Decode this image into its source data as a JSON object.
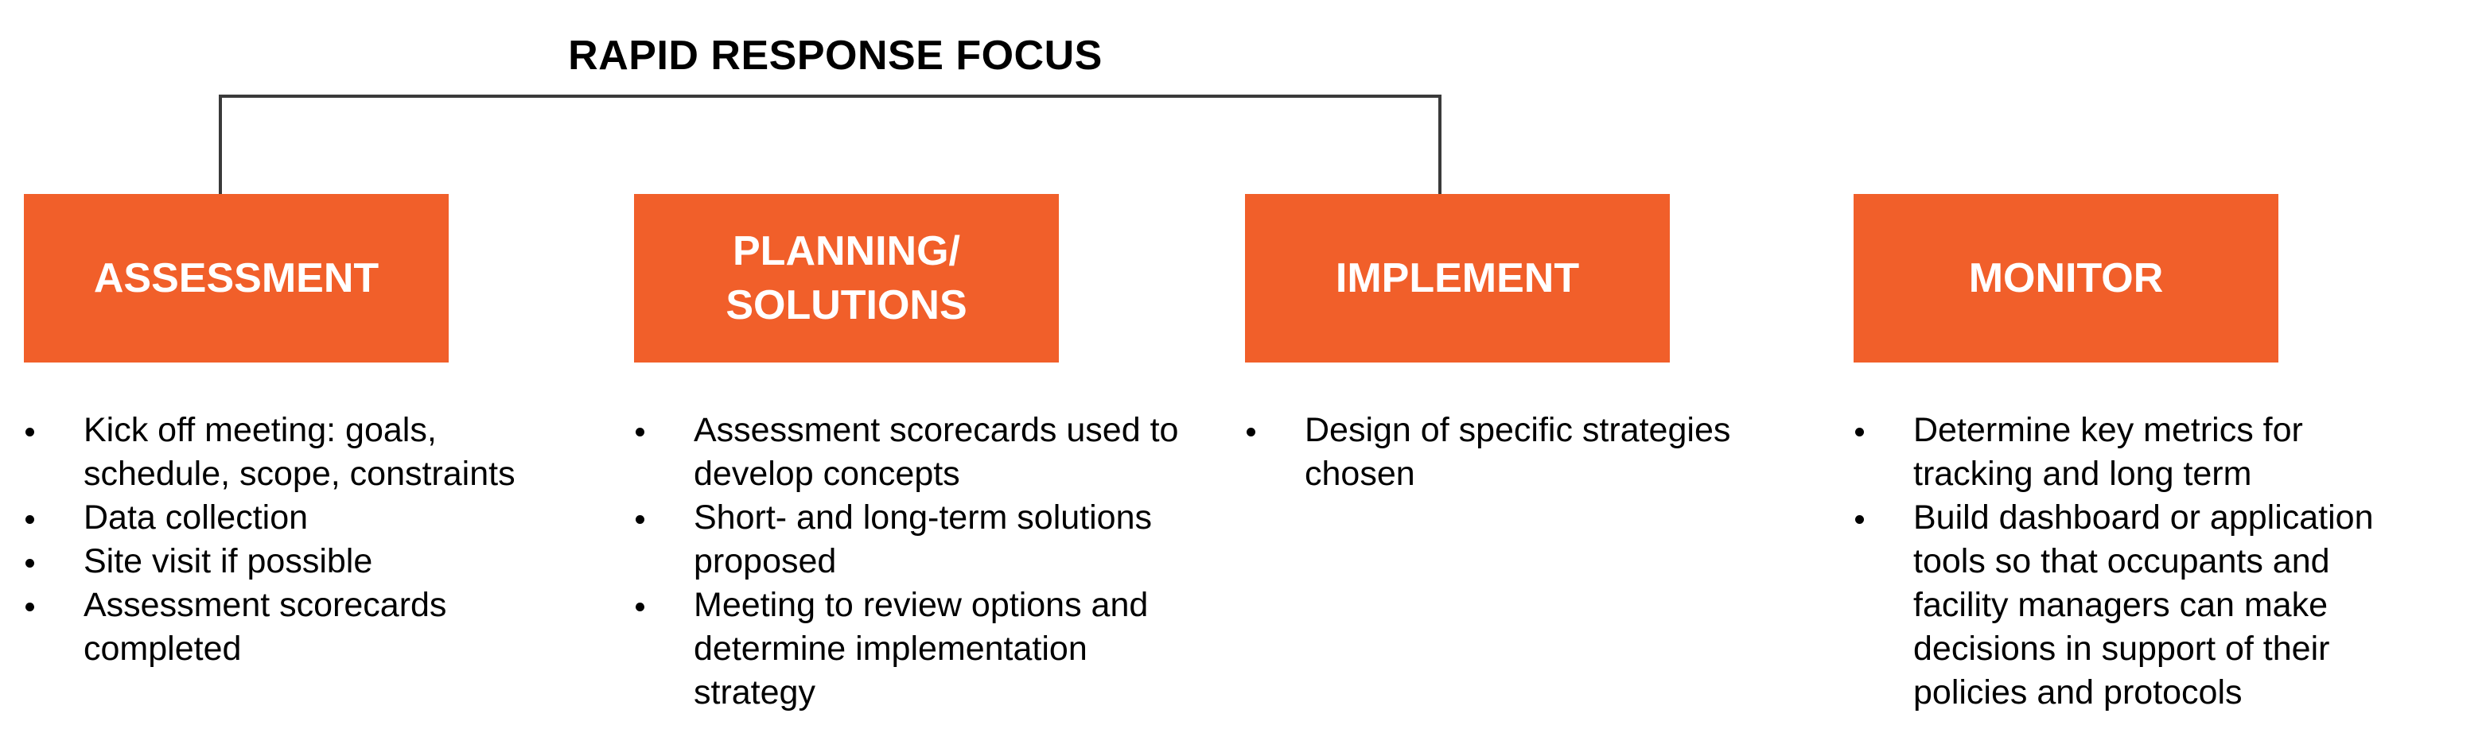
{
  "title": "RAPID RESPONSE FOCUS",
  "colors": {
    "phase_fill": "#f15f2a",
    "phase_text": "#ffffff",
    "connector": "#3a3a3a"
  },
  "phases": [
    {
      "label": "ASSESSMENT",
      "bullets": [
        "Kick off meeting: goals, schedule, scope, constraints",
        "Data collection",
        "Site visit if possible",
        "Assessment scorecards completed"
      ]
    },
    {
      "label": "PLANNING/\nSOLUTIONS",
      "bullets": [
        "Assessment scorecards used to develop concepts",
        "Short- and long-term solutions proposed",
        "Meeting to review options and determine implementation strategy"
      ]
    },
    {
      "label": "IMPLEMENT",
      "bullets": [
        "Design of specific strategies chosen"
      ]
    },
    {
      "label": "MONITOR",
      "bullets": [
        "Determine key metrics for tracking and long term",
        "Build dashboard or application tools so that occupants and facility managers can make decisions in support of their policies and protocols"
      ]
    }
  ]
}
